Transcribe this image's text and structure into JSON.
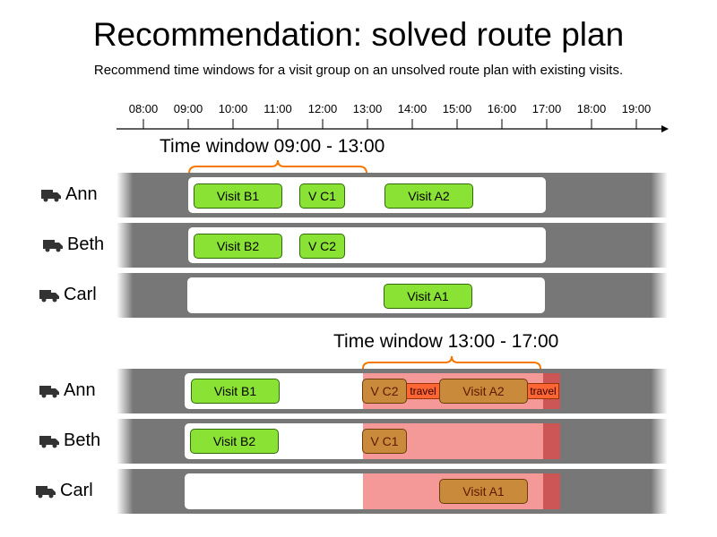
{
  "title": "Recommendation: solved route plan",
  "subtitle": "Recommend time windows for a visit group on an unsolved route plan with existing visits.",
  "ticks": [
    "08:00",
    "09:00",
    "10:00",
    "11:00",
    "12:00",
    "13:00",
    "14:00",
    "15:00",
    "16:00",
    "17:00",
    "18:00",
    "19:00"
  ],
  "top": {
    "window_label": "Time window 09:00 - 13:00",
    "rows": [
      {
        "name": "Ann",
        "visits": [
          "Visit B1",
          "V C1",
          "Visit A2"
        ]
      },
      {
        "name": "Beth",
        "visits": [
          "Visit B2",
          "V C2"
        ]
      },
      {
        "name": "Carl",
        "visits": [
          "Visit A1"
        ]
      }
    ]
  },
  "bottom": {
    "window_label": "Time window 13:00 - 17:00",
    "rows": [
      {
        "name": "Ann",
        "visits": [
          "Visit B1",
          "V C2",
          "Visit A2"
        ],
        "travel": [
          "travel",
          "travel"
        ]
      },
      {
        "name": "Beth",
        "visits": [
          "Visit B2",
          "V C1"
        ]
      },
      {
        "name": "Carl",
        "visits": [
          "Visit A1"
        ]
      }
    ]
  },
  "colors": {
    "visit": "#8ae234",
    "shifted_visit": "#c98a3b",
    "window_highlight": "#f59898",
    "travel": "#ff6633",
    "bracket": "#f57900"
  },
  "icons": {
    "person": "truck-icon"
  }
}
